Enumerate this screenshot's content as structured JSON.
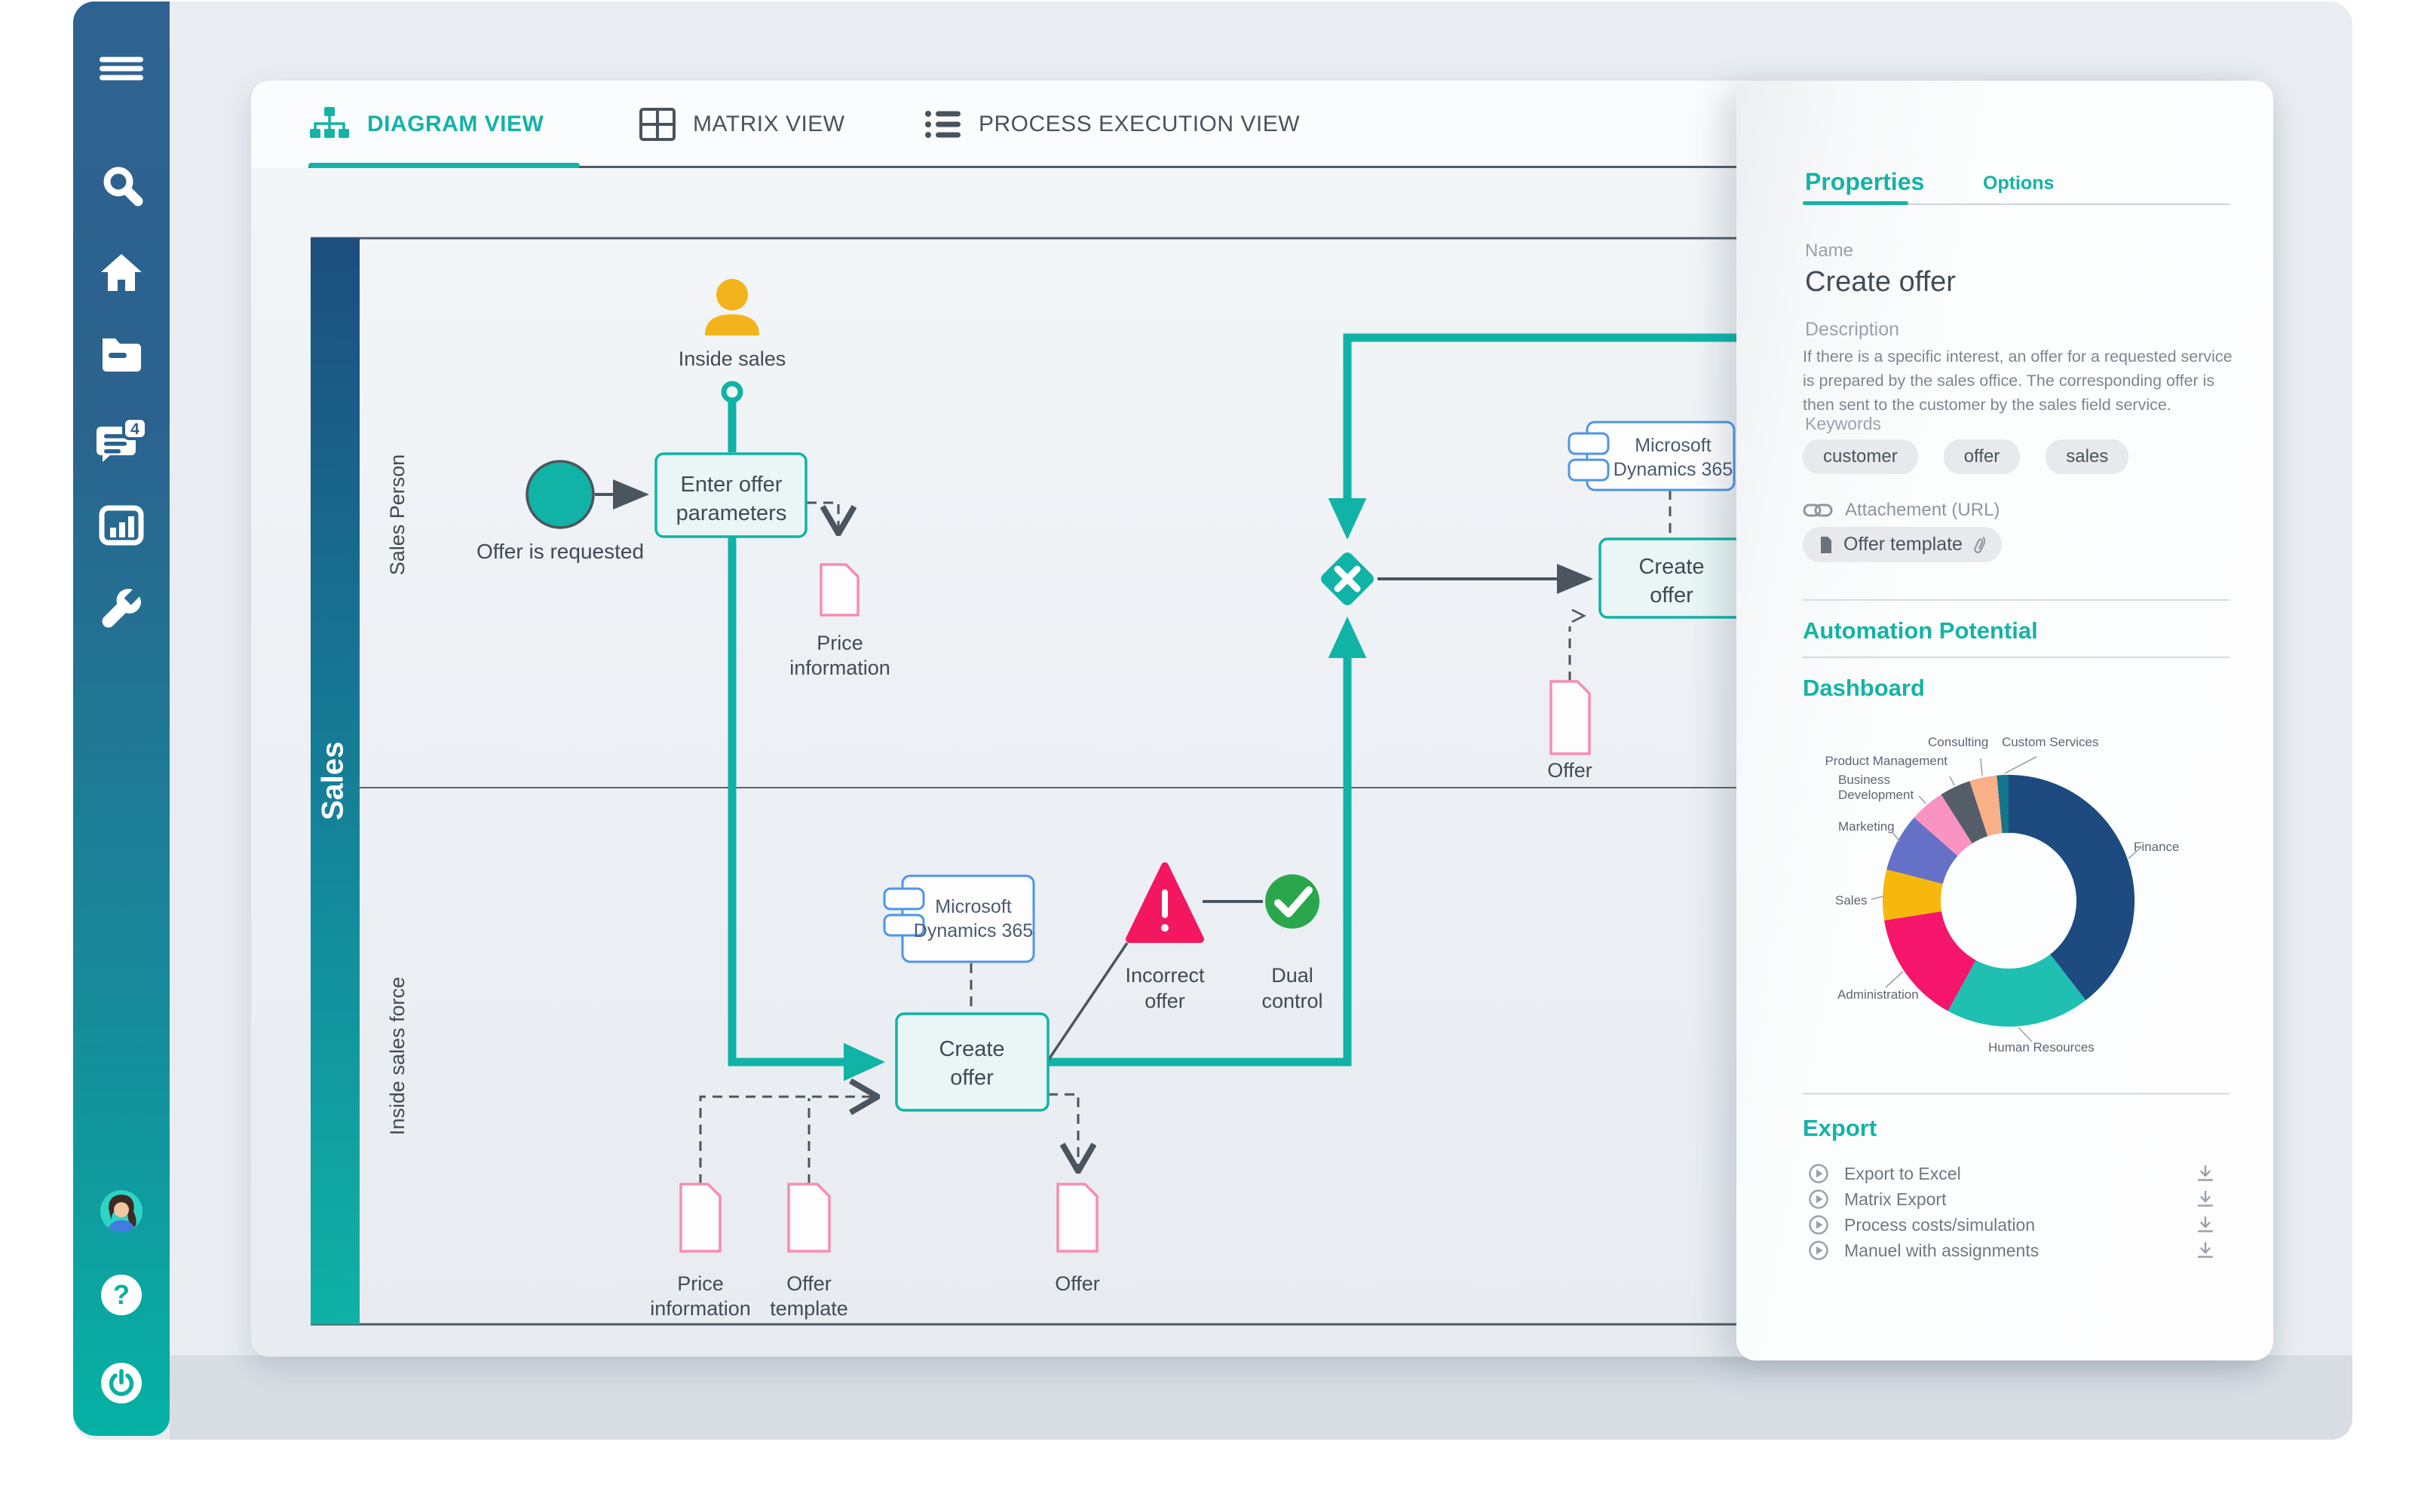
{
  "sidebar": {
    "badge_count": "4"
  },
  "tabs": {
    "diagram": "DIAGRAM VIEW",
    "matrix": "MATRIX VIEW",
    "process": "PROCESS EXECUTION VIEW"
  },
  "panel": {
    "tab_properties": "Properties",
    "tab_options": "Options",
    "name_label": "Name",
    "name_value": "Create offer",
    "description_label": "Description",
    "description_text": "If there is a specific interest, an offer for a requested service is prepared by the sales office. The corresponding offer is then sent to the customer by the sales field service.",
    "keywords_label": "Keywords",
    "keywords": [
      "customer",
      "offer",
      "sales"
    ],
    "attachment_label": "Attachement (URL)",
    "attachment_value": "Offer template",
    "automation_heading": "Automation Potential",
    "dashboard_heading": "Dashboard",
    "export_heading": "Export",
    "export_items": [
      "Export to Excel",
      "Matrix Export",
      "Process costs/simulation",
      "Manuel with assignments"
    ]
  },
  "chart_data": {
    "type": "pie",
    "donut": true,
    "title": "Dashboard",
    "labels": [
      "Finance",
      "Human Resources",
      "Administration",
      "Sales",
      "Marketing",
      "Business Development",
      "Product Management",
      "Consulting",
      "Custom Services"
    ],
    "values": [
      39.5,
      18.5,
      14.5,
      6.5,
      7.5,
      4.5,
      4.0,
      3.5,
      1.5
    ],
    "colors": [
      "#1d4b80",
      "#1fbfb2",
      "#f5156b",
      "#f7b70d",
      "#6471c6",
      "#f993c2",
      "#555d69",
      "#f9b088",
      "#15758d"
    ],
    "legend_position": "around",
    "bd_line1": "Business",
    "bd_line2": "Development"
  },
  "diagram": {
    "pool": "Sales",
    "lanes": [
      "Sales Person",
      "Inside sales force"
    ],
    "actor": "Inside sales",
    "start_event": "Offer is requested",
    "task_enter": [
      "Enter offer",
      "parameters"
    ],
    "task_create": [
      "Create",
      "offer"
    ],
    "dynamics": [
      "Microsoft",
      "Dynamics 365"
    ],
    "doc_price": [
      "Price",
      "information"
    ],
    "doc_template": [
      "Offer",
      "template"
    ],
    "doc_offer": "Offer",
    "triangle_label": [
      "Incorrect",
      "offer"
    ],
    "check_label": [
      "Dual",
      "control"
    ]
  }
}
